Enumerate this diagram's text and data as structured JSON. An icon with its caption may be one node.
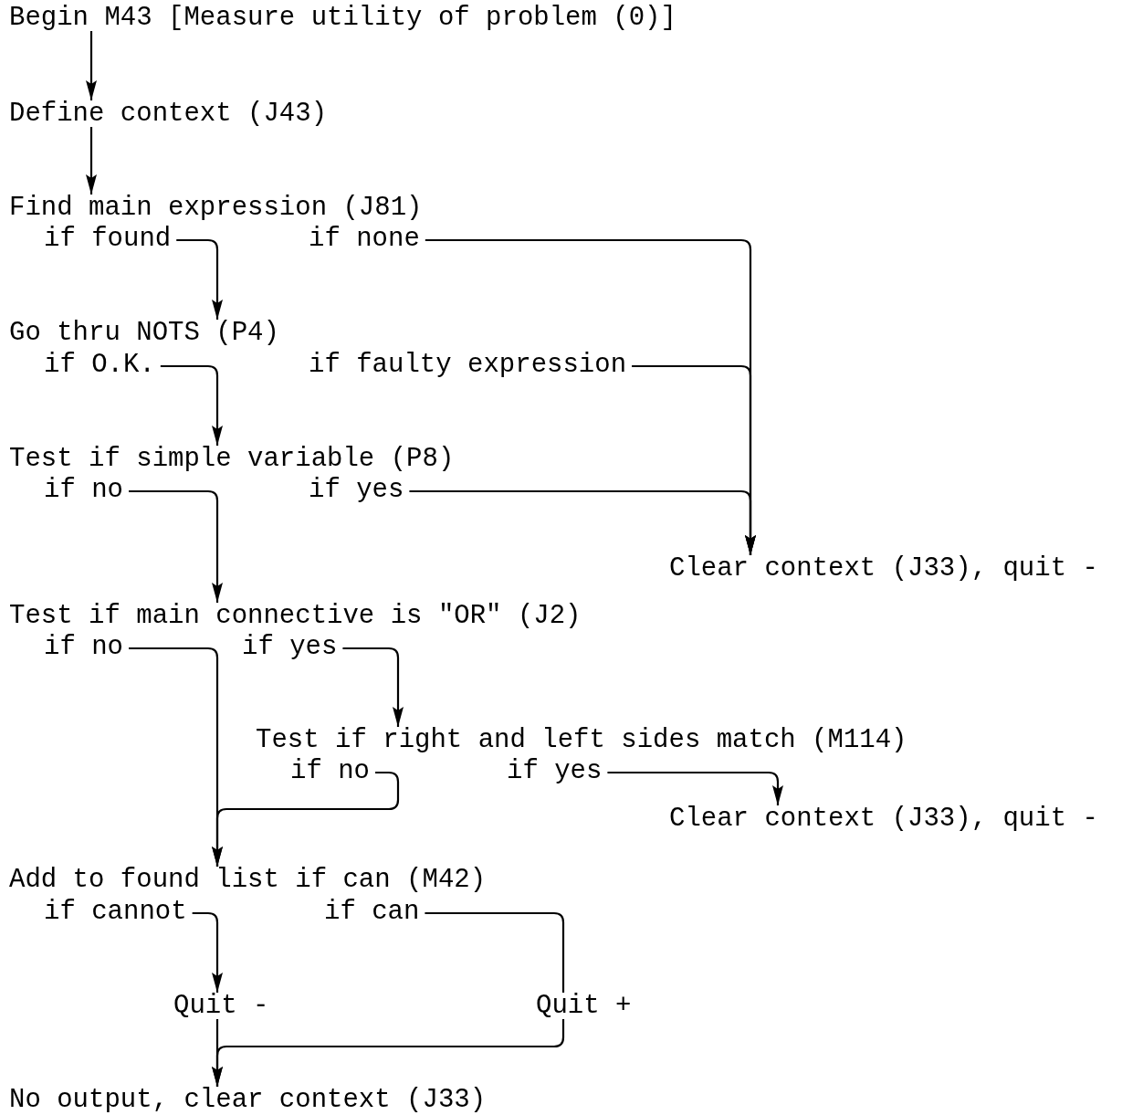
{
  "diagram": {
    "nodes": [
      {
        "text": [
          "Begin M43 [Measure utility of problem (0)]"
        ]
      },
      {
        "text": [
          "Define context (J43)"
        ]
      },
      {
        "text": [
          "Find main expression (J81)"
        ]
      },
      {
        "text": [
          "if found"
        ]
      },
      {
        "text": [
          "if none"
        ]
      },
      {
        "text": [
          "Go thru NOTS (P4)"
        ]
      },
      {
        "text": [
          "if O.K."
        ]
      },
      {
        "text": [
          "if faulty expression"
        ]
      },
      {
        "text": [
          "Test if simple variable (P8)"
        ]
      },
      {
        "text": [
          "if no"
        ]
      },
      {
        "text": [
          "if yes"
        ]
      },
      {
        "text": [
          "Clear context (J33), quit -"
        ]
      },
      {
        "text": [
          "Test if main connective is \"OR\" (J2)"
        ]
      },
      {
        "text": [
          "if no"
        ]
      },
      {
        "text": [
          "if yes"
        ]
      },
      {
        "text": [
          "Test if right and left sides match (M114)"
        ]
      },
      {
        "text": [
          "if no"
        ]
      },
      {
        "text": [
          "if yes"
        ]
      },
      {
        "text": [
          "Clear context (J33), quit -"
        ]
      },
      {
        "text": [
          "Add to found list if can (M42)"
        ]
      },
      {
        "text": [
          "if cannot"
        ]
      },
      {
        "text": [
          "if can"
        ]
      },
      {
        "text": [
          "Quit -"
        ]
      },
      {
        "text": [
          "Quit +"
        ]
      },
      {
        "text": [
          "No output, clear context (J33)"
        ]
      }
    ],
    "edges": [
      {
        "from": 0,
        "to": 1,
        "arrow": "to"
      },
      {
        "from": 1,
        "to": 2,
        "arrow": "to"
      },
      {
        "from": 3,
        "to": 5,
        "arrow": "to"
      },
      {
        "from": 4,
        "to": 11,
        "arrow": "to"
      },
      {
        "from": 6,
        "to": 8,
        "arrow": "to"
      },
      {
        "from": 7,
        "to": 11,
        "arrow": "to"
      },
      {
        "from": 9,
        "to": 12,
        "arrow": "to"
      },
      {
        "from": 10,
        "to": 11,
        "arrow": "to"
      },
      {
        "from": 13,
        "to": 19,
        "arrow": "to"
      },
      {
        "from": 14,
        "to": 15,
        "arrow": "to"
      },
      {
        "from": 16,
        "to": 19,
        "arrow": "to"
      },
      {
        "from": 17,
        "to": 18,
        "arrow": "to"
      },
      {
        "from": 20,
        "to": 22,
        "arrow": "to"
      },
      {
        "from": 21,
        "to": 23,
        "arrow": "none"
      },
      {
        "from": 22,
        "to": 24,
        "arrow": "to"
      },
      {
        "from": 23,
        "to": 24,
        "arrow": "to"
      }
    ]
  }
}
